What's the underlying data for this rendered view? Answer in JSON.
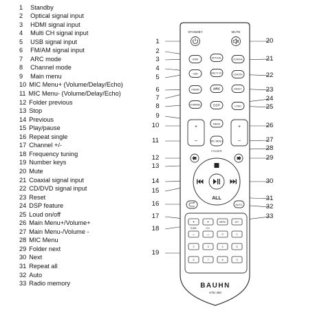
{
  "legend": [
    {
      "num": "1",
      "text": "Standby"
    },
    {
      "num": "2",
      "text": "Optical signal input"
    },
    {
      "num": "3",
      "text": "HDMI signal input"
    },
    {
      "num": "4",
      "text": "Multi CH signal input"
    },
    {
      "num": "5",
      "text": "USB signal input"
    },
    {
      "num": "6",
      "text": "FM/AM signal input"
    },
    {
      "num": "7",
      "text": "ARC mode"
    },
    {
      "num": "8",
      "text": "Channel mode"
    },
    {
      "num": "9",
      "text": "Main menu"
    },
    {
      "num": "10",
      "text": "MIC Menu+ (Volume/Delay/Echo)"
    },
    {
      "num": "11",
      "text": "MIC Menu- (Volume/Delay/Echo)"
    },
    {
      "num": "12",
      "text": "Folder previous"
    },
    {
      "num": "13",
      "text": "Stop"
    },
    {
      "num": "14",
      "text": "Previous"
    },
    {
      "num": "15",
      "text": "Play/pause"
    },
    {
      "num": "16",
      "text": "Repeat single"
    },
    {
      "num": "17",
      "text": "Channel +/-"
    },
    {
      "num": "18",
      "text": "Frequency tuning"
    },
    {
      "num": "19",
      "text": "Number keys"
    },
    {
      "num": "20",
      "text": "Mute"
    },
    {
      "num": "21",
      "text": "Coaxial signal input"
    },
    {
      "num": "22",
      "text": "CD/DVD signal input"
    },
    {
      "num": "23",
      "text": "Reset"
    },
    {
      "num": "24",
      "text": "DSP feature"
    },
    {
      "num": "25",
      "text": "Loud on/off"
    },
    {
      "num": "26",
      "text": "Main Menu+/Volume+"
    },
    {
      "num": "27",
      "text": "Main Menu-/Volume -"
    },
    {
      "num": "28",
      "text": "MIC Menu"
    },
    {
      "num": "29",
      "text": "Folder next"
    },
    {
      "num": "30",
      "text": "Next"
    },
    {
      "num": "31",
      "text": "Repeat all"
    },
    {
      "num": "32",
      "text": "Auto"
    },
    {
      "num": "33",
      "text": "Radio memory"
    }
  ],
  "remote": {
    "standby_label": "STANDBY",
    "mute_label": "MUTE",
    "optical_label": "OPTICAL",
    "coaxial_label": "COAXIAL",
    "hdmi_label": "HDMI",
    "usb_label": "USB",
    "multich_label": "MULTI CH",
    "cddvd_label": "CD/DVD",
    "fmam_label": "FM/AM",
    "arc_label": "ARC",
    "reset_label": "RESET",
    "channel_label": "CHANNEL",
    "dsp_label": "DSP",
    "loud_label": "LOUD",
    "menu_label": "MENU",
    "mic_menu_label": "MIC MENU",
    "folder_label": "FOLDER",
    "all_label": "ALL",
    "auto_label": "AUTO",
    "mem_label": "MEM",
    "tune_label": "TUNE",
    "ch_label": "CH",
    "tenplus_label": "10+",
    "plus_sign": "+",
    "minus_sign": "–",
    "num_keys": [
      "0",
      "1",
      "2",
      "3",
      "4",
      "5",
      "6",
      "7",
      "8",
      "9"
    ],
    "brand": "BAUHN",
    "model": "HTE-400"
  },
  "callouts": {
    "c1": "1",
    "c2": "2",
    "c3": "3",
    "c4": "4",
    "c5": "5",
    "c6": "6",
    "c7": "7",
    "c8": "8",
    "c9": "9",
    "c10": "10",
    "c11": "11",
    "c12": "12",
    "c13": "13",
    "c14": "14",
    "c15": "15",
    "c16": "16",
    "c17": "17",
    "c18": "18",
    "c19": "19",
    "c20": "20",
    "c21": "21",
    "c22": "22",
    "c23": "23",
    "c24": "24",
    "c25": "25",
    "c26": "26",
    "c27": "27",
    "c28": "28",
    "c29": "29",
    "c30": "30",
    "c31": "31",
    "c32": "32",
    "c33": "33"
  }
}
